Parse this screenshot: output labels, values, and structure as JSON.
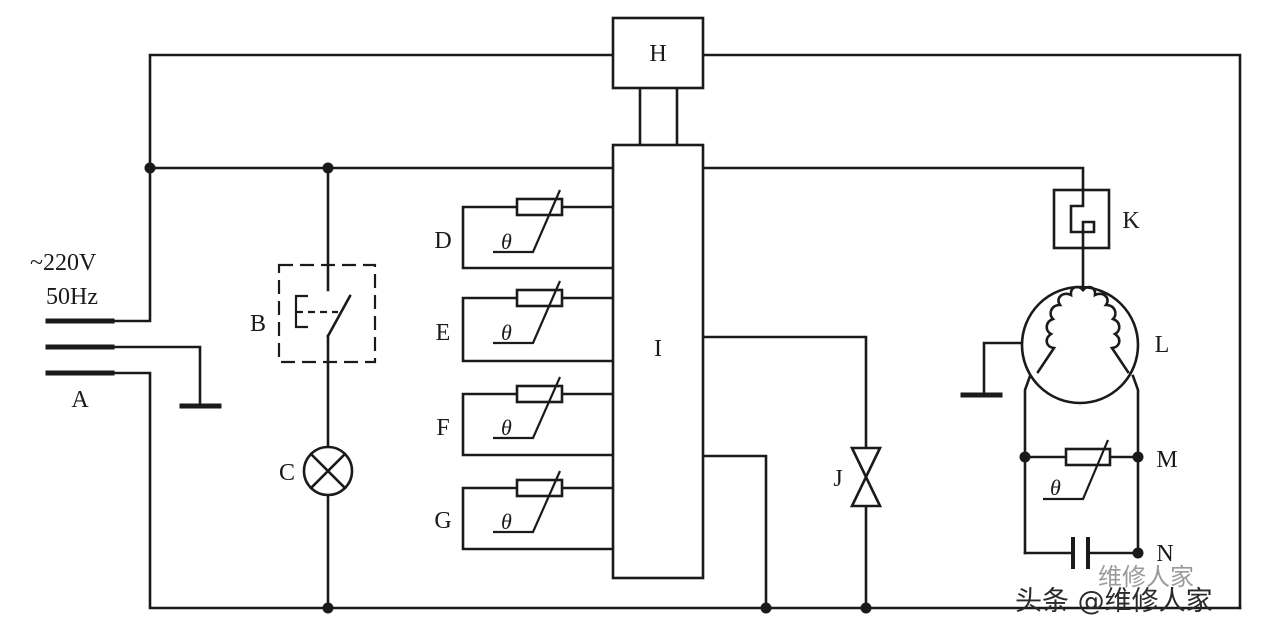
{
  "supply": {
    "voltage": "~220V",
    "frequency": "50Hz"
  },
  "labels": {
    "A": "A",
    "B": "B",
    "C": "C",
    "D": "D",
    "E": "E",
    "F": "F",
    "G": "G",
    "H": "H",
    "I": "I",
    "J": "J",
    "K": "K",
    "L": "L",
    "M": "M",
    "N": "N"
  },
  "theta": "θ",
  "watermark": {
    "faint": "维修人家",
    "main": "头条 @维修人家"
  }
}
